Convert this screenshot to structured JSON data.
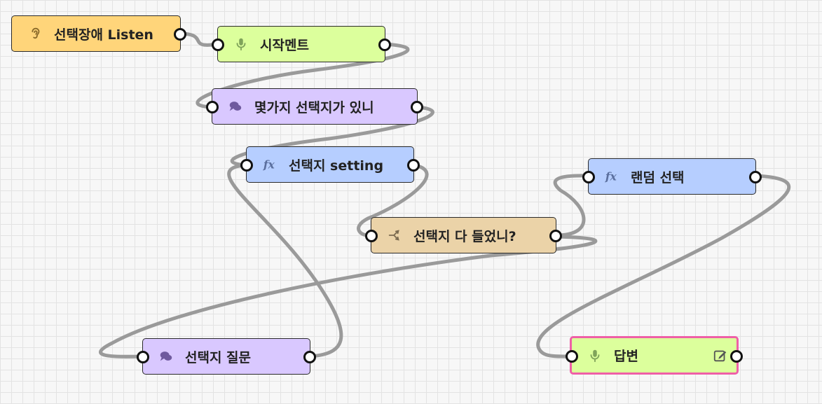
{
  "colors": {
    "listen": "#ffd57a",
    "speak": "#dcff9c",
    "say": "#d9c8ff",
    "func": "#b6ceff",
    "branch": "#ebd3a8",
    "wire": "#9a9a9a",
    "selected_border": "#ef5fa7"
  },
  "nodes": {
    "listen": {
      "label": "선택장애 Listen",
      "icon": "ear-icon"
    },
    "start_comment": {
      "label": "시작멘트",
      "icon": "microphone-icon"
    },
    "how_many": {
      "label": "몇가지 선택지가 있니",
      "icon": "speech-bubble-icon"
    },
    "setting": {
      "label": "선택지 setting",
      "icon": "function-icon"
    },
    "heard_all": {
      "label": "선택지 다 들었니?",
      "icon": "branch-icon"
    },
    "question": {
      "label": "선택지 질문",
      "icon": "speech-bubble-icon"
    },
    "random": {
      "label": "랜덤 선택",
      "icon": "function-icon"
    },
    "answer": {
      "label": "답변",
      "icon": "microphone-icon",
      "edit_icon": "edit-icon"
    }
  }
}
